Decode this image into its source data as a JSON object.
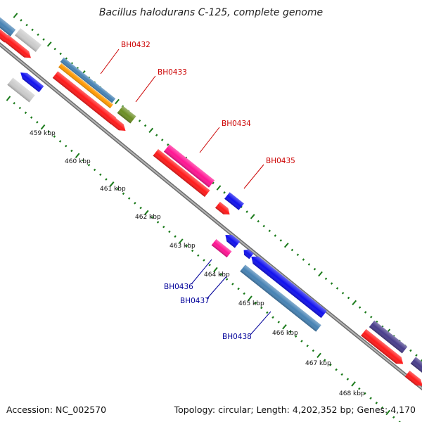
{
  "title": "Bacillus halodurans C-125, complete genome",
  "footer": {
    "accession": "Accession: NC_002570",
    "summary": "Topology: circular; Length: 4,202,352 bp; Genes: 4,170"
  },
  "colors": {
    "outer_gene_label": "#cc0000",
    "inner_gene_label": "#000099",
    "backbone": "#8a8a8a",
    "tick": "#1a7a1a",
    "red": "#ff1a1a",
    "steelblue": "#4682b4",
    "orange": "#ff9900",
    "olive": "#6b8e23",
    "magenta": "#ff1493",
    "blue": "#1010ee",
    "slateblue": "#483d8b",
    "gray": "#cccccc"
  },
  "scale_labels": [
    "459 kbp",
    "460 kbp",
    "461 kbp",
    "462 kbp",
    "463 kbp",
    "464 kbp",
    "465 kbp",
    "466 kbp",
    "467 kbp",
    "468 kbp"
  ],
  "outer_gene_labels": [
    "BH0432",
    "BH0433",
    "BH0434",
    "BH0435"
  ],
  "inner_gene_labels": [
    "BH0436",
    "BH0437",
    "BH0438"
  ]
}
